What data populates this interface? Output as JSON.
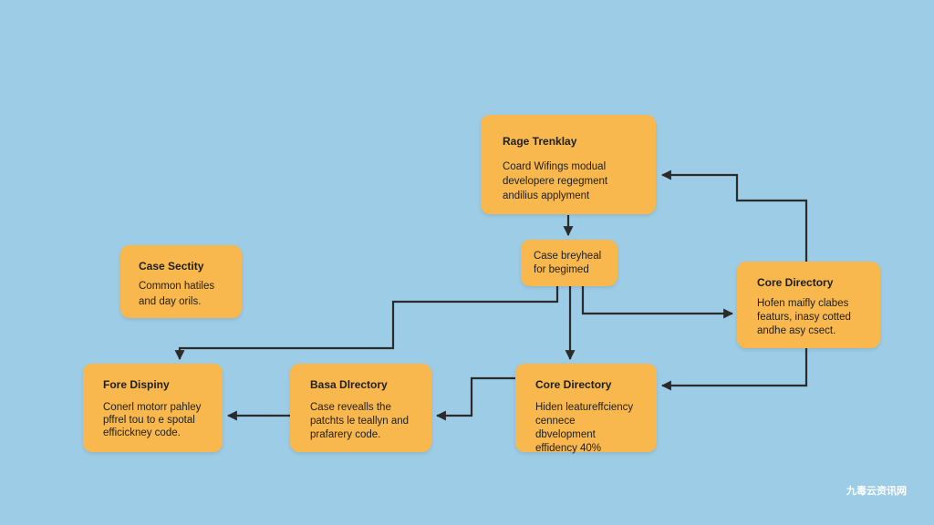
{
  "diagram": {
    "nodes": [
      {
        "id": "top",
        "title": "Rage Trenklay",
        "body": [
          "Coard Wifings modual",
          "developere regegment",
          "andilius applyment"
        ]
      },
      {
        "id": "small",
        "title": "",
        "body": [
          "Case breyheal",
          "for begimed"
        ]
      },
      {
        "id": "left",
        "title": "Case Sectity",
        "body": [
          "Common hatiles",
          "and day orils."
        ]
      },
      {
        "id": "right",
        "title": "Core Directory",
        "body": [
          "Hofen maifly clabes",
          "featurs, inasy cotted",
          "andhe asy csect."
        ]
      },
      {
        "id": "bl",
        "title": "Fore Dispiny",
        "body": [
          "Conerl motorr pahley",
          "pffrel tou to e spotal",
          "efficickney code."
        ]
      },
      {
        "id": "bm",
        "title": "Basa Dlrectory",
        "body": [
          "Case revealls the",
          "patchts le teallyn and",
          "prafarery code."
        ]
      },
      {
        "id": "br",
        "title": "Core Directory",
        "body": [
          "Hiden leatureffciency",
          "cennece dbvelopment",
          "effidency 40%"
        ]
      }
    ],
    "colors": {
      "background": "#9dcde6",
      "node": "#f8b84e",
      "edge": "#2b2b2b"
    }
  },
  "watermark": "九毒云资讯网"
}
